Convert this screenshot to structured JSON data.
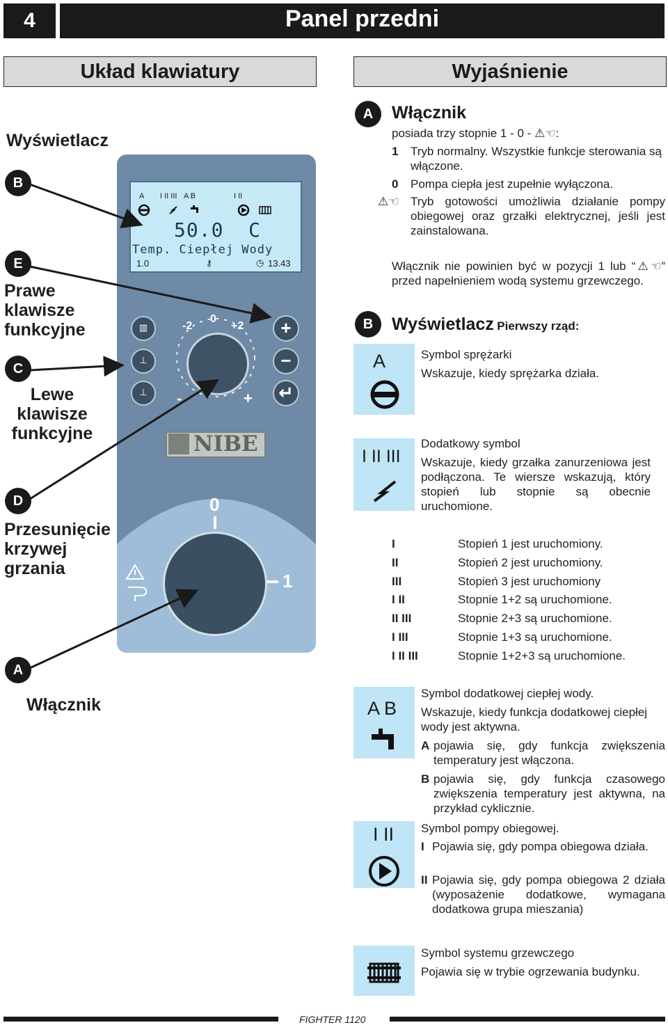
{
  "header": {
    "page_number": "4",
    "title": "Panel przedni"
  },
  "left_header": "Układ klawiatury",
  "right_header": "Wyjaśnienie",
  "left_labels": {
    "display_title": "Wyświetlacz",
    "B": "B",
    "E": "E",
    "right_keys": "Prawe klawisze funkcyjne",
    "C": "C",
    "left_keys": "Lewe klawisze funkcyjne",
    "D": "D",
    "curve_shift": "Przesunięcie krzywej grzania",
    "A": "A",
    "switch": "Włącznik"
  },
  "panel": {
    "lcd_row1": [
      "A",
      "I II III",
      "A B",
      "I II"
    ],
    "lcd_temp": "50.0  C",
    "lcd_label": "Temp. Ciepłej Wody",
    "lcd_left": "1.0",
    "lcd_time": "13.43",
    "dial_zero": "0",
    "dial_minus2": "-2",
    "dial_plus2": "+2",
    "dial_minus": "-",
    "dial_plus": "+",
    "brand": "NIBE",
    "switch_zero": "0",
    "switch_one": "1"
  },
  "section_a": {
    "badge": "A",
    "title": "Włącznik",
    "intro": "posiada trzy stopnie 1 - 0 -",
    "intro_end": ":",
    "items": [
      {
        "key": "1",
        "text": "Tryb normalny. Wszystkie funkcje sterowania są włączone."
      },
      {
        "key": "0",
        "text": "Pompa ciepła jest zupełnie wyłączona."
      },
      {
        "key": "",
        "text": "Tryb gotowości umożliwia działanie pompy obiegowej oraz grzałki elektrycznej, jeśli jest zainstalowana."
      }
    ],
    "warning_a": "Włącznik nie powinien być w pozycji 1 lub “",
    "warning_b": "” przed napełnieniem wodą systemu grzewczego."
  },
  "section_b": {
    "badge": "B",
    "title": "Wyświetlacz",
    "subtitle": "Pierwszy rząd:",
    "compressor": {
      "tile_label": "A",
      "title": "Symbol sprężarki",
      "text": "Wskazuje, kiedy sprężarka działa."
    },
    "extra": {
      "tile_label": "I II III",
      "title": "Dodatkowy symbol",
      "text": "Wskazuje, kiedy grzałka zanurzeniowa jest podłączona. Te wiersze wskazują, który stopień lub stopnie są obecnie uruchomione."
    },
    "stages": [
      {
        "key": "I",
        "text": "Stopień 1 jest uruchomiony."
      },
      {
        "key": "II",
        "text": "Stopień 2 jest uruchomiony."
      },
      {
        "key": "III",
        "text": "Stopień 3 jest uruchomiony"
      },
      {
        "key": "I II",
        "text": "Stopnie 1+2 są uruchomione."
      },
      {
        "key": "II III",
        "text": "Stopnie 2+3 są uruchomione."
      },
      {
        "key": "I III",
        "text": "Stopnie 1+3 są uruchomione."
      },
      {
        "key": "I II III",
        "text": "Stopnie 1+2+3 są uruchomione."
      }
    ],
    "hot_water": {
      "tile_label": "A B",
      "title": "Symbol dodatkowej ciepłej wody.",
      "text": "Wskazuje, kiedy funkcja dodatkowej ciepłej wody jest aktywna.",
      "a_key": "A",
      "a_text": "pojawia się, gdy funkcja zwiększenia temperatury jest włączona.",
      "b_key": "B",
      "b_text": "pojawia się, gdy funkcja czasowego zwiększenia temperatury jest aktywna, na przykład cyklicznie."
    },
    "pump": {
      "tile_label": "I II",
      "title": "Symbol pompy obiegowej.",
      "i_key": "I",
      "i_text": "Pojawia się, gdy pompa obiegowa działa.",
      "ii_key": "II",
      "ii_text": "Pojawia się, gdy pompa obiegowa 2 działa (wyposażenie dodatkowe, wymagana dodatkowa grupa mieszania)"
    },
    "heating": {
      "title": "Symbol systemu grzewczego",
      "text": "Pojawia się w trybie ogrzewania budynku."
    }
  },
  "footer": {
    "model": "FIGHTER 1120"
  },
  "colors": {
    "panel": "#6e8aa6",
    "lcd": "#c6e9f8",
    "tile": "#bfe5f6",
    "dark": "#1a1a1a",
    "header_gray": "#d9d9d9"
  }
}
